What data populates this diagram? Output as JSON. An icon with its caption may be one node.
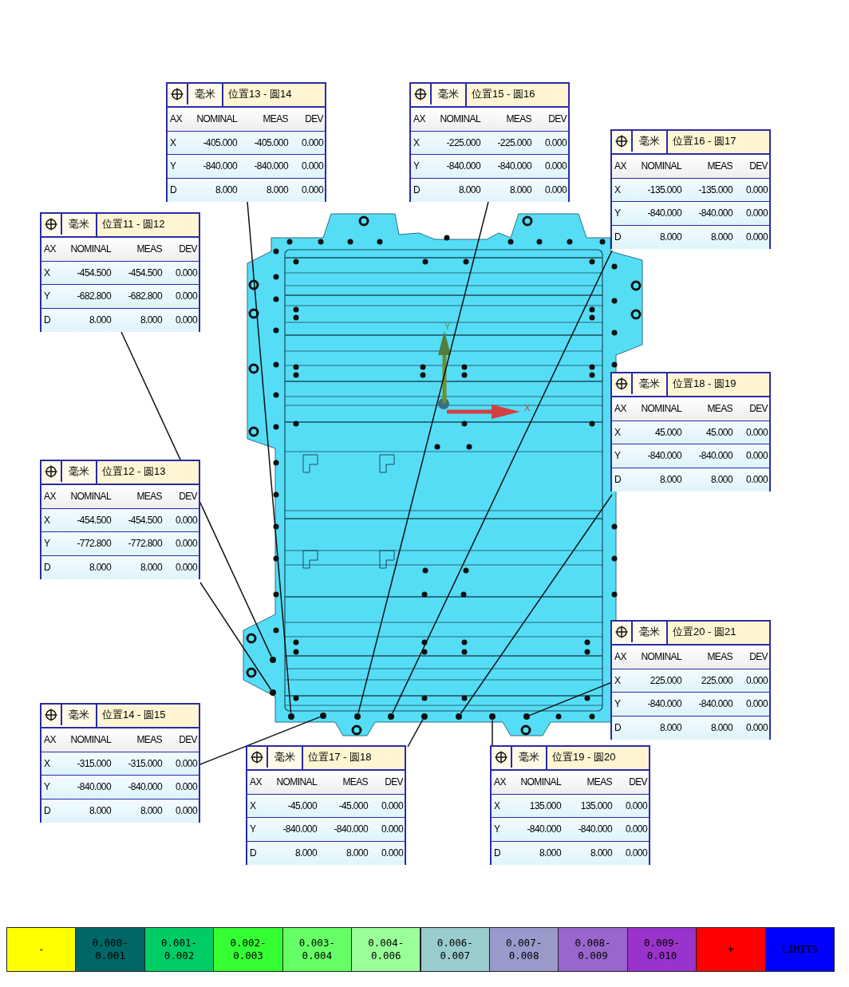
{
  "diagram": {
    "nodes": [
      {
        "text": [
          "毫米",
          "位置13 - 圆14",
          "AX",
          "NOMINAL",
          "MEAS",
          "DEV",
          "X",
          "-405.000",
          "-405.000",
          "0.000",
          "Y",
          "-840.000",
          "-840.000",
          "0.000",
          "D",
          "8.000",
          "8.000",
          "0.000"
        ]
      },
      {
        "text": [
          "毫米",
          "位置15 - 圆16",
          "AX",
          "NOMINAL",
          "MEAS",
          "DEV",
          "X",
          "-225.000",
          "-225.000",
          "0.000",
          "Y",
          "-840.000",
          "-840.000",
          "0.000",
          "D",
          "8.000",
          "8.000",
          "0.000"
        ]
      },
      {
        "text": [
          "毫米",
          "位置16 - 圆17",
          "AX",
          "NOMINAL",
          "MEAS",
          "DEV",
          "X",
          "-135.000",
          "-135.000",
          "0.000",
          "Y",
          "-840.000",
          "-840.000",
          "0.000",
          "D",
          "8.000",
          "8.000",
          "0.000"
        ]
      },
      {
        "text": [
          "毫米",
          "位置11 - 圆12",
          "AX",
          "NOMINAL",
          "MEAS",
          "DEV",
          "X",
          "-454.500",
          "-454.500",
          "0.000",
          "Y",
          "-682.800",
          "-682.800",
          "0.000",
          "D",
          "8.000",
          "8.000",
          "0.000"
        ]
      },
      {
        "text": [
          "毫米",
          "位置18 - 圆19",
          "AX",
          "NOMINAL",
          "MEAS",
          "DEV",
          "X",
          "45.000",
          "45.000",
          "0.000",
          "Y",
          "-840.000",
          "-840.000",
          "0.000",
          "D",
          "8.000",
          "8.000",
          "0.000"
        ]
      },
      {
        "text": [
          "毫米",
          "位置12 - 圆13",
          "AX",
          "NOMINAL",
          "MEAS",
          "DEV",
          "X",
          "-454.500",
          "-454.500",
          "0.000",
          "Y",
          "-772.800",
          "-772.800",
          "0.000",
          "D",
          "8.000",
          "8.000",
          "0.000"
        ]
      },
      {
        "text": [
          "毫米",
          "位置20 - 圆21",
          "AX",
          "NOMINAL",
          "MEAS",
          "DEV",
          "X",
          "225.000",
          "225.000",
          "0.000",
          "Y",
          "-840.000",
          "-840.000",
          "0.000",
          "D",
          "8.000",
          "8.000",
          "0.000"
        ]
      },
      {
        "text": [
          "毫米",
          "位置14 - 圆15",
          "AX",
          "NOMINAL",
          "MEAS",
          "DEV",
          "X",
          "-315.000",
          "-315.000",
          "0.000",
          "Y",
          "-840.000",
          "-840.000",
          "0.000",
          "D",
          "8.000",
          "8.000",
          "0.000"
        ]
      },
      {
        "text": [
          "毫米",
          "位置17 - 圆18",
          "AX",
          "NOMINAL",
          "MEAS",
          "DEV",
          "X",
          "-45.000",
          "-45.000",
          "0.000",
          "Y",
          "-840.000",
          "-840.000",
          "0.000",
          "D",
          "8.000",
          "8.000",
          "0.000"
        ]
      },
      {
        "text": [
          "毫米",
          "位置19 - 圆20",
          "AX",
          "NOMINAL",
          "MEAS",
          "DEV",
          "X",
          "135.000",
          "135.000",
          "0.000",
          "Y",
          "-840.000",
          "-840.000",
          "0.000",
          "D",
          "8.000",
          "8.000",
          "0.000"
        ]
      },
      {
        "text": [],
        "shape": "circle"
      },
      {
        "text": [],
        "shape": "circle"
      },
      {
        "text": [],
        "shape": "circle"
      },
      {
        "text": [],
        "shape": "circle"
      },
      {
        "text": [],
        "shape": "circle"
      },
      {
        "text": [],
        "shape": "circle"
      },
      {
        "text": [],
        "shape": "circle"
      },
      {
        "text": [],
        "shape": "circle"
      },
      {
        "text": [],
        "shape": "circle"
      },
      {
        "text": [],
        "shape": "circle"
      }
    ],
    "edges": [
      {
        "from": 3,
        "to": 10,
        "arrow": "none"
      },
      {
        "from": 5,
        "to": 11,
        "arrow": "none"
      },
      {
        "from": 0,
        "to": 12,
        "arrow": "none"
      },
      {
        "from": 7,
        "to": 13,
        "arrow": "none"
      },
      {
        "from": 1,
        "to": 14,
        "arrow": "none"
      },
      {
        "from": 2,
        "to": 15,
        "arrow": "none"
      },
      {
        "from": 8,
        "to": 16,
        "arrow": "none"
      },
      {
        "from": 4,
        "to": 17,
        "arrow": "none"
      },
      {
        "from": 9,
        "to": 18,
        "arrow": "none"
      },
      {
        "from": 6,
        "to": 19,
        "arrow": "none"
      }
    ],
    "labels": [
      "Y",
      "X"
    ],
    "legend": [
      {
        "text": "-",
        "color": "#ffff00"
      },
      {
        "text": "0.000- 0.001",
        "color": "#006666"
      },
      {
        "text": "0.001- 0.002",
        "color": "#00cc66"
      },
      {
        "text": "0.002- 0.003",
        "color": "#33ff33"
      },
      {
        "text": "0.003- 0.004",
        "color": "#66ff66"
      },
      {
        "text": "0.004- 0.006",
        "color": "#99ff99"
      },
      {
        "text": "0.006- 0.007",
        "color": "#99cccc"
      },
      {
        "text": "0.007- 0.008",
        "color": "#9999cc"
      },
      {
        "text": "0.008- 0.009",
        "color": "#9966cc"
      },
      {
        "text": "0.009- 0.010",
        "color": "#9933cc"
      },
      {
        "text": "+",
        "color": "#ff0000"
      },
      {
        "text": "LIMITS",
        "color": "#0000ff"
      }
    ]
  }
}
